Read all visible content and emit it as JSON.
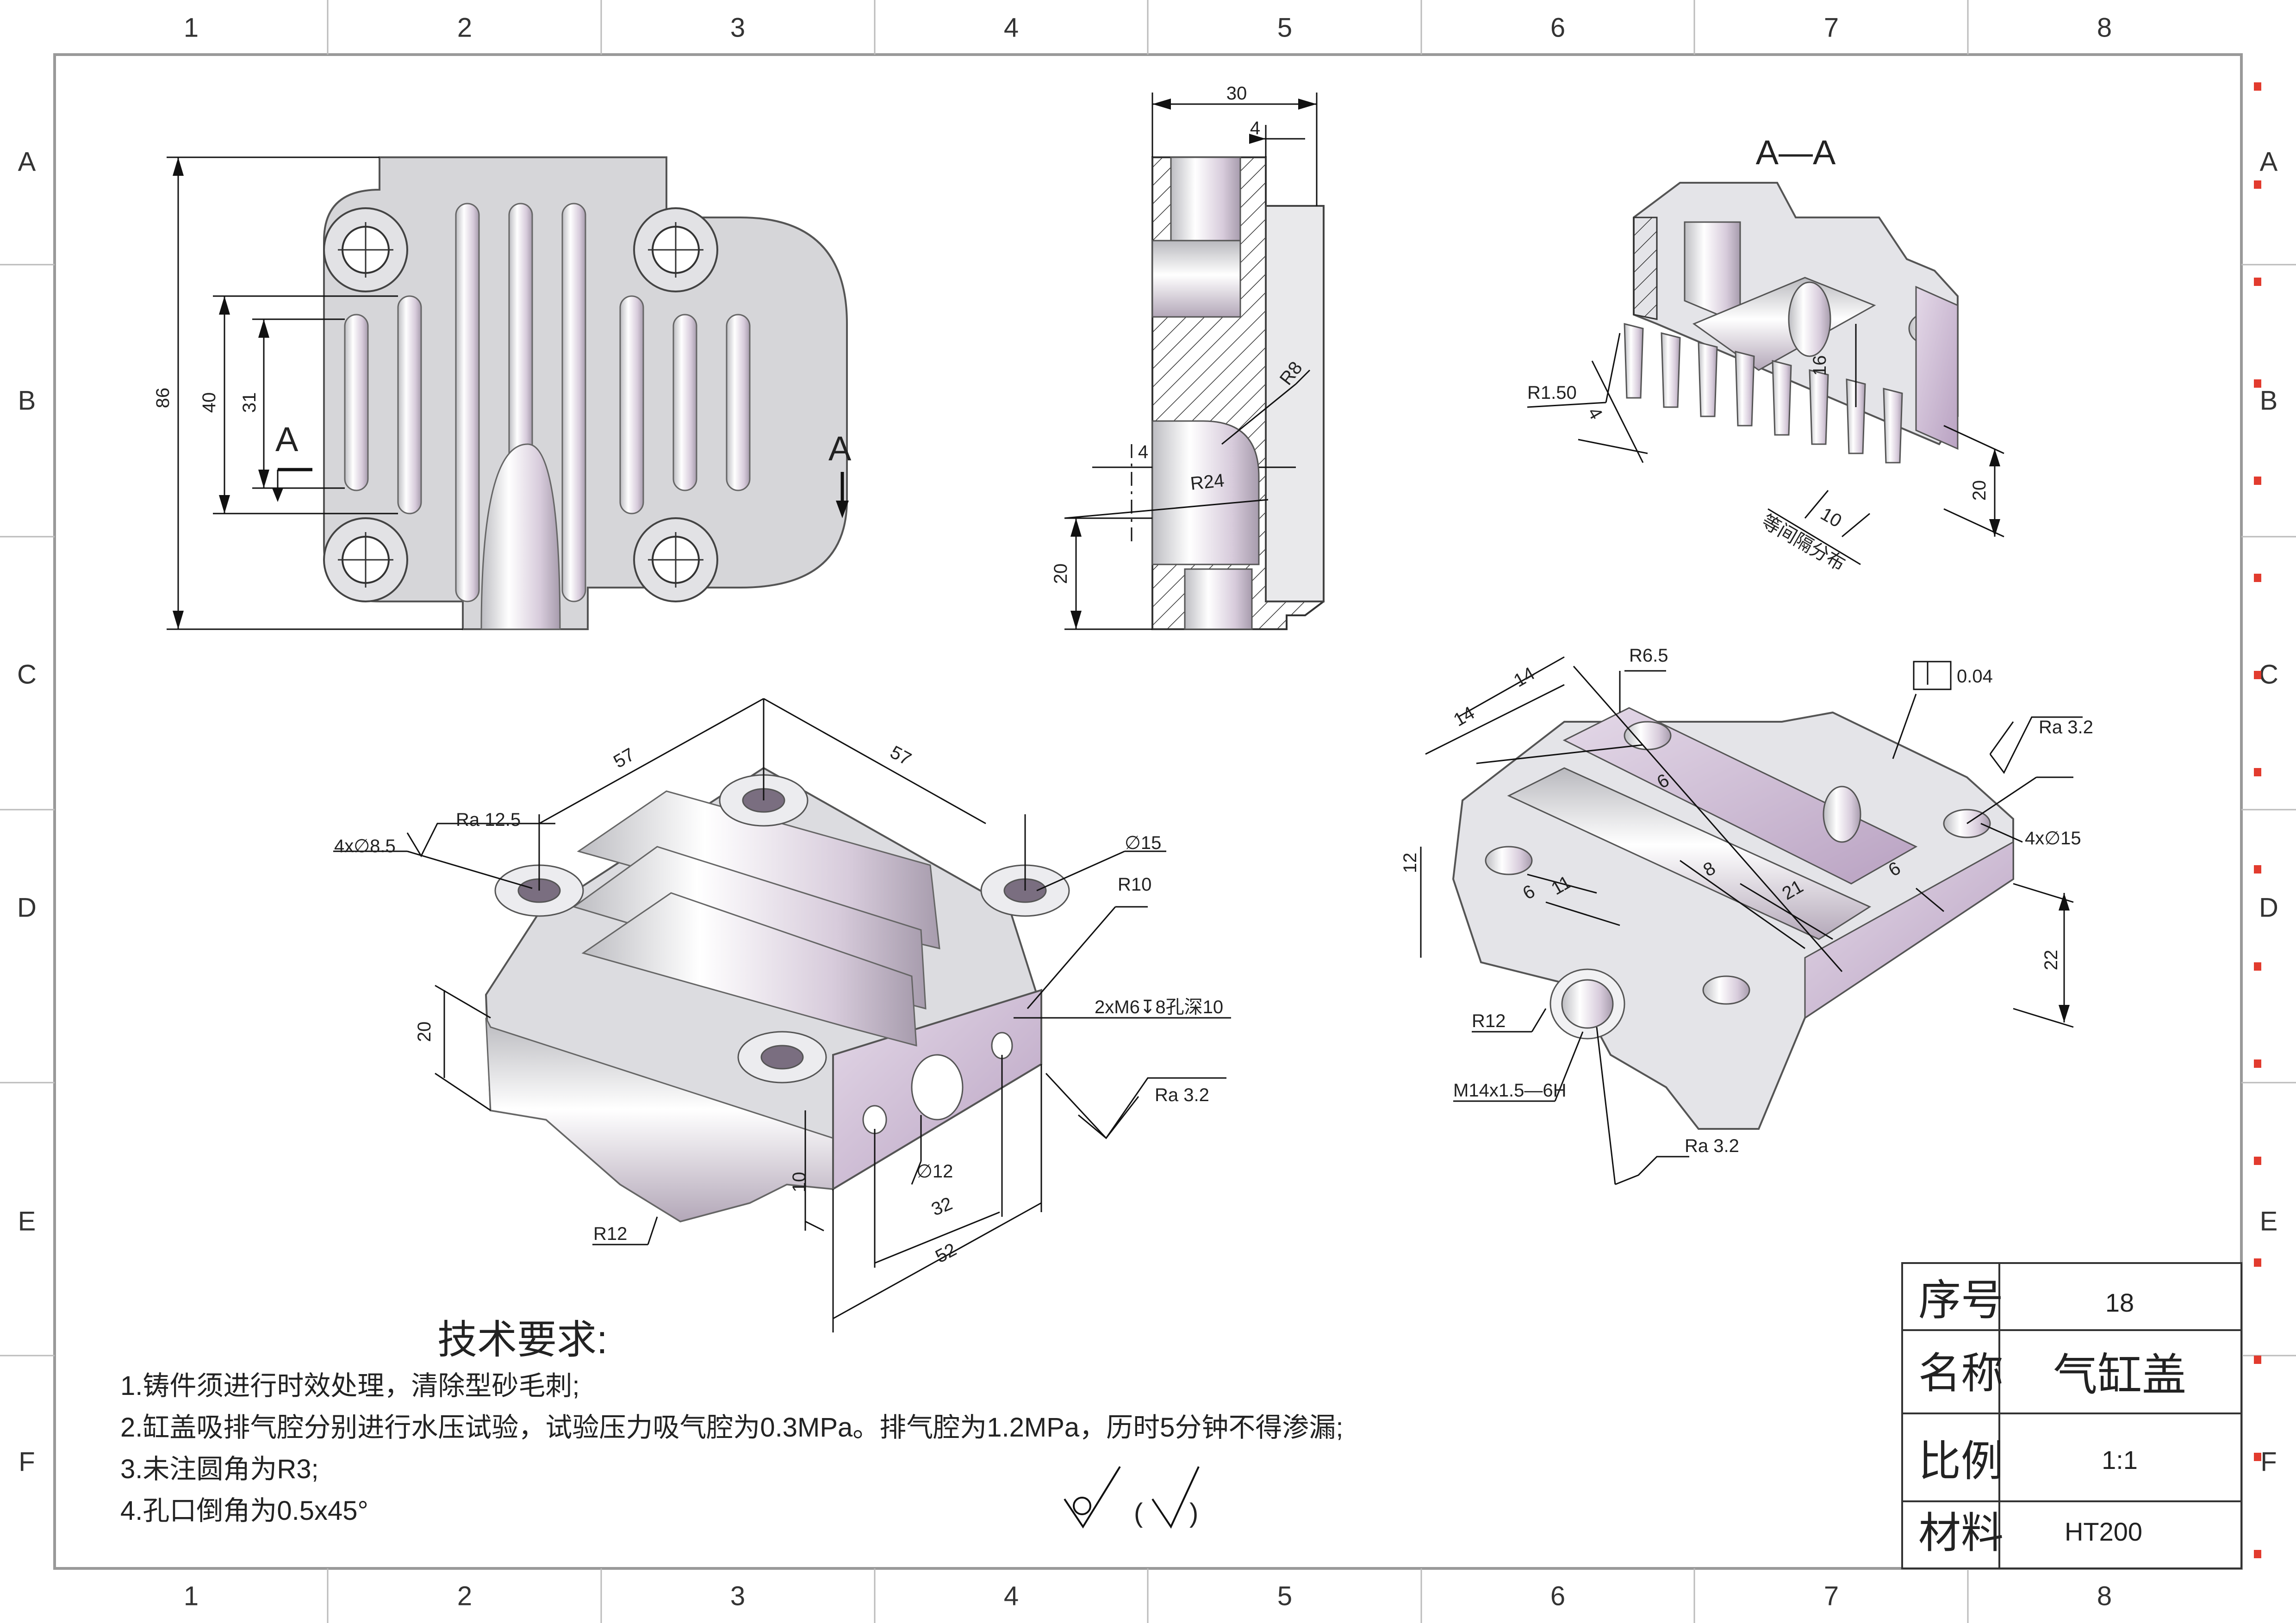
{
  "zones": {
    "columns": [
      "1",
      "2",
      "3",
      "4",
      "5",
      "6",
      "7",
      "8"
    ],
    "rows": [
      "A",
      "B",
      "C",
      "D",
      "E",
      "F"
    ]
  },
  "views": {
    "section_label_arrow": "A",
    "section_title": "A—A"
  },
  "dimensions": {
    "front_86": "86",
    "front_40": "40",
    "front_31": "31",
    "side_30": "30",
    "side_4_top": "4",
    "side_r8": "R8",
    "side_4_left": "4",
    "side_r24": "R24",
    "side_20": "20",
    "sec_r150": "R1.50",
    "sec_4": "4",
    "sec_16": "16",
    "sec_20": "20",
    "sec_10": "10",
    "sec_note": "等间隔分布",
    "iso_57a": "57",
    "iso_57b": "57",
    "iso_holes": "4x∅8.5",
    "iso_ra125": "Ra  12.5",
    "iso_d15": "∅15",
    "iso_r10": "R10",
    "iso_thread": "2xM6↧8孔深10",
    "iso_ra32": "Ra  3.2",
    "iso_20": "20",
    "iso_d12": "∅12",
    "iso_10": "10",
    "iso_32": "32",
    "iso_52": "52",
    "iso_r12": "R12",
    "bot_14a": "14",
    "bot_14b": "14",
    "bot_r65": "R6.5",
    "bot_flat": "0.04",
    "bot_ra32a": "Ra  3.2",
    "bot_6a": "6",
    "bot_12": "12",
    "bot_6b": "6",
    "bot_11": "11",
    "bot_8": "8",
    "bot_21": "21",
    "bot_6c": "6",
    "bot_holes": "4x∅15",
    "bot_22": "22",
    "bot_r12": "R12",
    "bot_thread": "M14x1.5—6H",
    "bot_ra32b": "Ra  3.2"
  },
  "notes": {
    "heading": "技术要求:",
    "items": [
      "1.铸件须进行时效处理，清除型砂毛刺;",
      "2.缸盖吸排气腔分别进行水压试验，试验压力吸气腔为0.3MPa。排气腔为1.2MPa，历时5分钟不得渗漏;",
      "3.未注圆角为R3;",
      "4.孔口倒角为0.5x45°"
    ],
    "roughness_paren": "(",
    "roughness_paren_close": ")"
  },
  "title_block": {
    "rows": [
      {
        "label": "序号",
        "value": "18"
      },
      {
        "label": "名称",
        "value": "气缸盖"
      },
      {
        "label": "比例",
        "value": "1:1"
      },
      {
        "label": "材料",
        "value": "HT200"
      }
    ]
  },
  "colors": {
    "part_fill": "#d9d9dc",
    "part_accent": "#c9b6cf",
    "frame": "#999999"
  }
}
